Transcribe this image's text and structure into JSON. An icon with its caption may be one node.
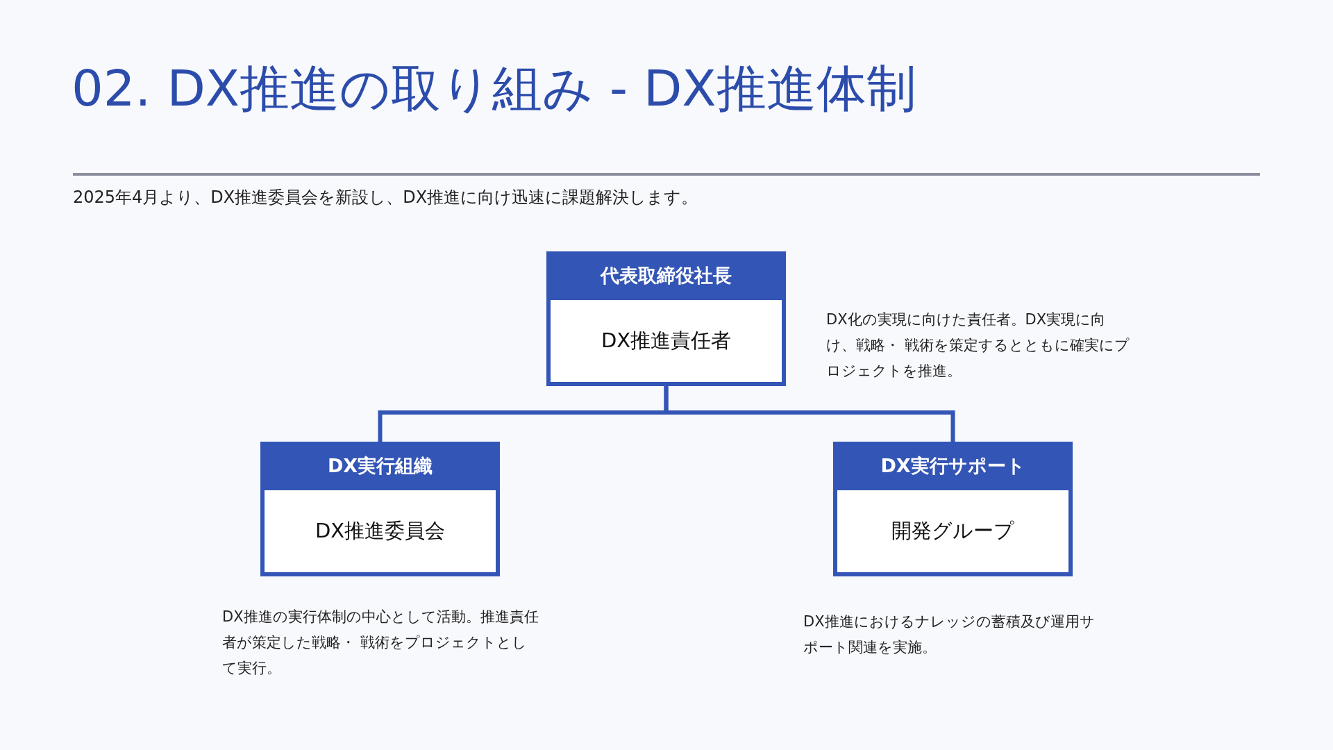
{
  "diagram": {
    "title": "02. DX推進の取り組み - DX推進体制",
    "nodes": [
      {
        "text": [
          "代表取締役社長",
          "DX推進責任者"
        ],
        "beside": [
          "DX化の実現に向けた責任者。DX実現に向け、戦略・ 戦術を策定するとともに確実にプロジェクトを推進。"
        ]
      },
      {
        "text": [
          "DX実行組織",
          "DX推進委員会"
        ],
        "beside": [
          "DX推進の実行体制の中心として活動。推進責任者が策定した戦略・ 戦術をプロジェクトとして実行。"
        ]
      },
      {
        "text": [
          "DX実行サポート",
          "開発グループ"
        ],
        "beside": [
          "DX推進におけるナレッジの蓄積及び運用サポート関連を実施。"
        ]
      }
    ],
    "edges": [
      {
        "from": 0,
        "to": 1,
        "arrow": "none"
      },
      {
        "from": 0,
        "to": 2,
        "arrow": "none"
      }
    ],
    "labels": [
      "2025年4月より、DX推進委員会を新設し、DX推進に向け迅速に課題解決します。"
    ]
  }
}
